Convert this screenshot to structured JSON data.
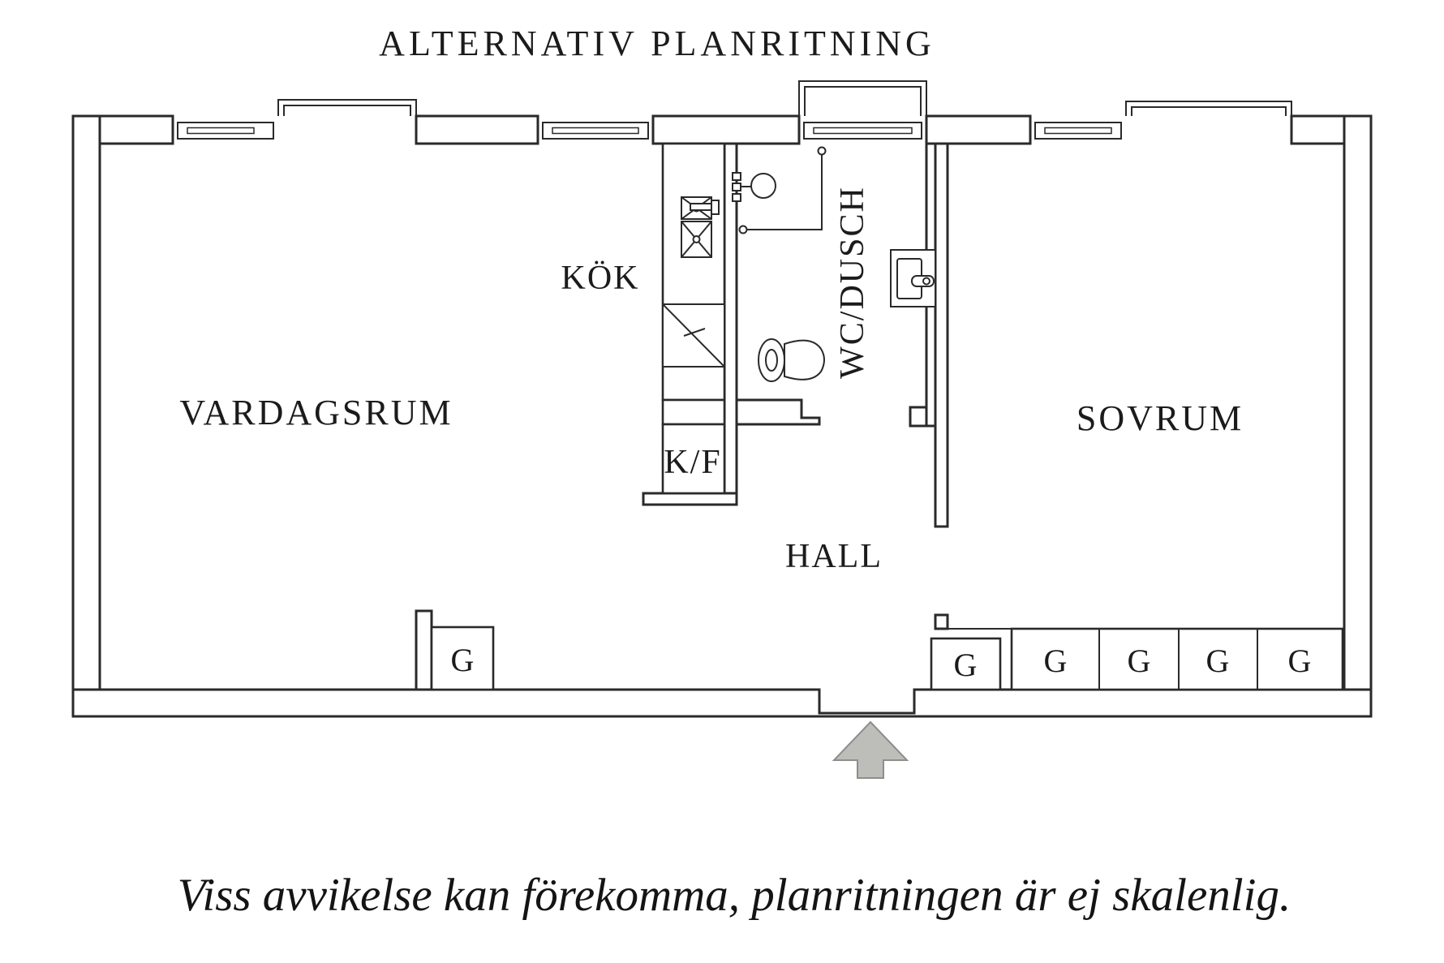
{
  "title": "ALTERNATIV PLANRITNING",
  "disclaimer": "Viss avvikelse kan förekomma, planritningen är ej skalenlig.",
  "rooms": {
    "living_room": "VARDAGSRUM",
    "kitchen": "KÖK",
    "fridge_freezer": "K/F",
    "wc_shower": "WC/DUSCH",
    "hall": "HALL",
    "bedroom": "SOVRUM"
  },
  "closet_labels": [
    "G",
    "G",
    "G",
    "G",
    "G",
    "G"
  ],
  "icons": {
    "entrance_arrow": "up-arrow",
    "shower": "shower-head",
    "toilet": "toilet",
    "basin": "washbasin",
    "stove": "crossed-box",
    "sink": "crossed-box-with-faucet"
  },
  "colors": {
    "background": "#ffffff",
    "line": "#2a2a2a",
    "text": "#1b1b1b",
    "arrow_fill": "#bdbdba",
    "arrow_stroke": "#8e8e8c"
  }
}
